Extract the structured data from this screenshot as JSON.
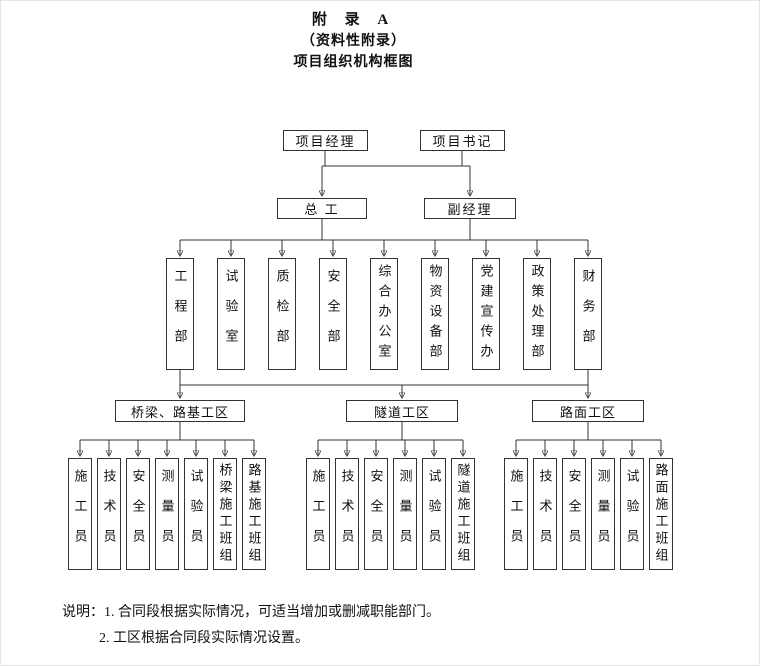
{
  "title": {
    "line1": "附 录 A",
    "line2": "（资料性附录）",
    "line3": "项目组织机构框图"
  },
  "org": {
    "top": [
      {
        "label": "项目经理"
      },
      {
        "label": "项目书记"
      }
    ],
    "second": [
      {
        "label": "总 工"
      },
      {
        "label": "副经理"
      }
    ],
    "departments": [
      {
        "label": "工程部"
      },
      {
        "label": "试验室"
      },
      {
        "label": "质检部"
      },
      {
        "label": "安全部"
      },
      {
        "label": "综合办公室"
      },
      {
        "label": "物资设备部"
      },
      {
        "label": "党建宣传办"
      },
      {
        "label": "政策处理部"
      },
      {
        "label": "财务部"
      }
    ],
    "zones": [
      {
        "label": "桥梁、路基工区",
        "children": [
          "施工员",
          "技术员",
          "安全员",
          "测量员",
          "试验员",
          "桥梁施工班组",
          "路基施工班组"
        ]
      },
      {
        "label": "隧道工区",
        "children": [
          "施工员",
          "技术员",
          "安全员",
          "测量员",
          "试验员",
          "隧道施工班组"
        ]
      },
      {
        "label": "路面工区",
        "children": [
          "施工员",
          "技术员",
          "安全员",
          "测量员",
          "试验员",
          "路面施工班组"
        ]
      }
    ]
  },
  "notes": {
    "line1": "说明：1. 合同段根据实际情况，可适当增加或删减职能部门。",
    "line2": "2. 工区根据合同段实际情况设置。"
  },
  "colors": {
    "line": "#333333",
    "box_border": "#333333",
    "text": "#111111"
  }
}
